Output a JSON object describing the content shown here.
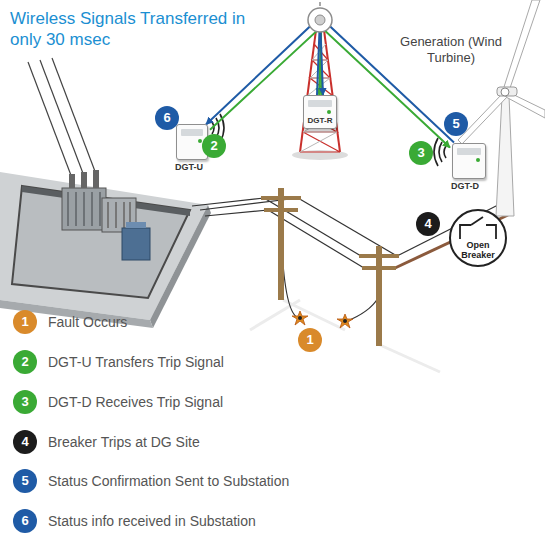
{
  "diagram": {
    "title": "Wireless Signals Transferred in only 30 msec",
    "nodes": [
      {
        "text": [
          "DGT-U"
        ]
      },
      {
        "text": [
          "DGT-R"
        ]
      },
      {
        "text": [
          "DGT-D"
        ]
      },
      {
        "text": [
          "Open Breaker"
        ]
      }
    ],
    "edges": [
      {
        "from": 0,
        "to": 1,
        "arrow": "to"
      },
      {
        "from": 1,
        "to": 2,
        "arrow": "to"
      },
      {
        "from": 2,
        "to": 1,
        "arrow": "to"
      },
      {
        "from": 1,
        "to": 0,
        "arrow": "to"
      }
    ],
    "labels": [
      "Generation (Wind Turbine)",
      "6",
      "2",
      "5",
      "3",
      "4",
      "1",
      "1",
      "2",
      "3",
      "4",
      "5",
      "6"
    ],
    "legend": [
      {
        "text": "Fault Occurs",
        "color": "#d98a2b"
      },
      {
        "text": "DGT-U Transfers Trip Signal",
        "color": "#3aaa35"
      },
      {
        "text": "DGT-D Receives Trip Signal",
        "color": "#3aaa35"
      },
      {
        "text": "Breaker Trips at DG Site",
        "color": "#1c1c1c"
      },
      {
        "text": "Status Confirmation Sent to Substation",
        "color": "#1f5ba6"
      },
      {
        "text": "Status info received in Substation",
        "color": "#1f5ba6"
      }
    ]
  }
}
